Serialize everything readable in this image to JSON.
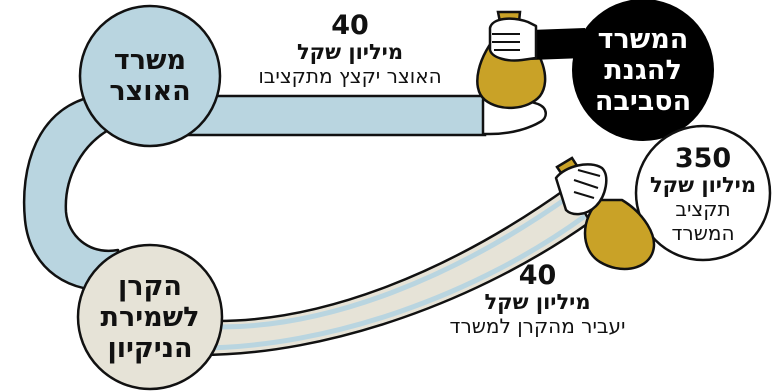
{
  "treasury": {
    "line1": "משרד",
    "line2": "האוצר"
  },
  "ministry": {
    "line1": "המשרד",
    "line2": "להגנת",
    "line3": "הסביבה"
  },
  "fund": {
    "line1": "הקרן",
    "line2": "לשמירת",
    "line3": "הניקיון"
  },
  "budget": {
    "amount": "350",
    "unit": "מיליון שקל",
    "desc1": "תקציב",
    "desc2": "המשרד"
  },
  "transfer_treasury": {
    "amount": "40",
    "unit": "מיליון שקל",
    "desc": "האוצר יקצץ מתקציבו"
  },
  "transfer_fund": {
    "amount": "40",
    "unit": "מיליון שקל",
    "desc": "יעביר מהקרן למשרד"
  },
  "colors": {
    "treasury": "#b9d5e0",
    "fund": "#e6e3d7",
    "bag": "#c9a227",
    "ministry": "#000000",
    "outline": "#111111"
  }
}
